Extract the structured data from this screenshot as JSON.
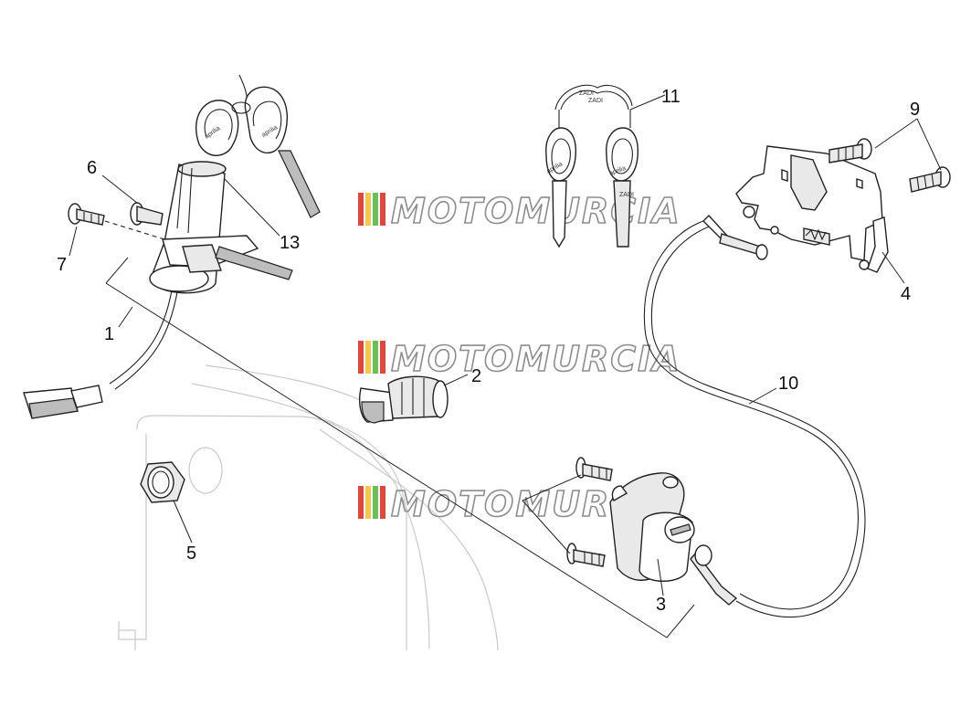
{
  "diagram": {
    "callouts": {
      "c1": "1",
      "c2": "2",
      "c3": "3",
      "c4": "4",
      "c5": "5",
      "c6": "6",
      "c7": "7",
      "c9": "9",
      "c10": "10",
      "c11": "11",
      "c13": "13"
    },
    "watermark": "MOTOMURCIA",
    "key_brand": "aprilia",
    "key_maker": "ZADI",
    "colors": {
      "watermark_red": "#e2453a",
      "watermark_yellow": "#f2c94c",
      "watermark_green": "#6bbf59",
      "watermark_outline": "#8d8d8d",
      "line_art": "#222222"
    }
  }
}
